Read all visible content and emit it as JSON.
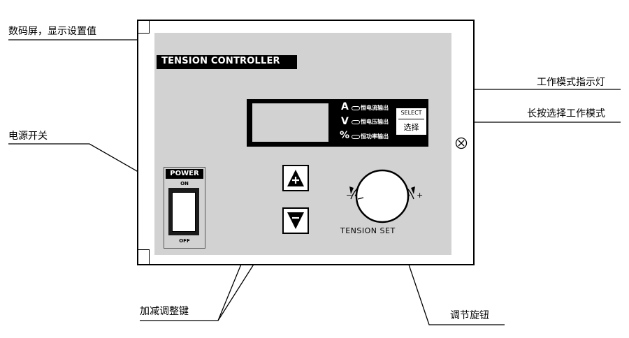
{
  "callouts": {
    "display": "数码屏，显示设置值",
    "mode_indicator": "工作模式指示灯",
    "mode_select": "长按选择工作模式",
    "power_switch": "电源开关",
    "up_down_keys": "加减调整键",
    "knob": "调节旋钮"
  },
  "panel": {
    "title": "TENSION CONTROLLER",
    "modes": [
      {
        "letter": "A",
        "label": "恒电流输出"
      },
      {
        "letter": "V",
        "label": "恒电压输出"
      },
      {
        "letter": "%",
        "label": "恒功率输出"
      }
    ],
    "select_button": {
      "top_label": "SELECT",
      "bottom_label": "选择"
    },
    "power": {
      "title": "POWER",
      "on": "ON",
      "off": "OFF"
    },
    "knob": {
      "label": "TENSION SET",
      "minus": "−",
      "plus": "+"
    }
  }
}
